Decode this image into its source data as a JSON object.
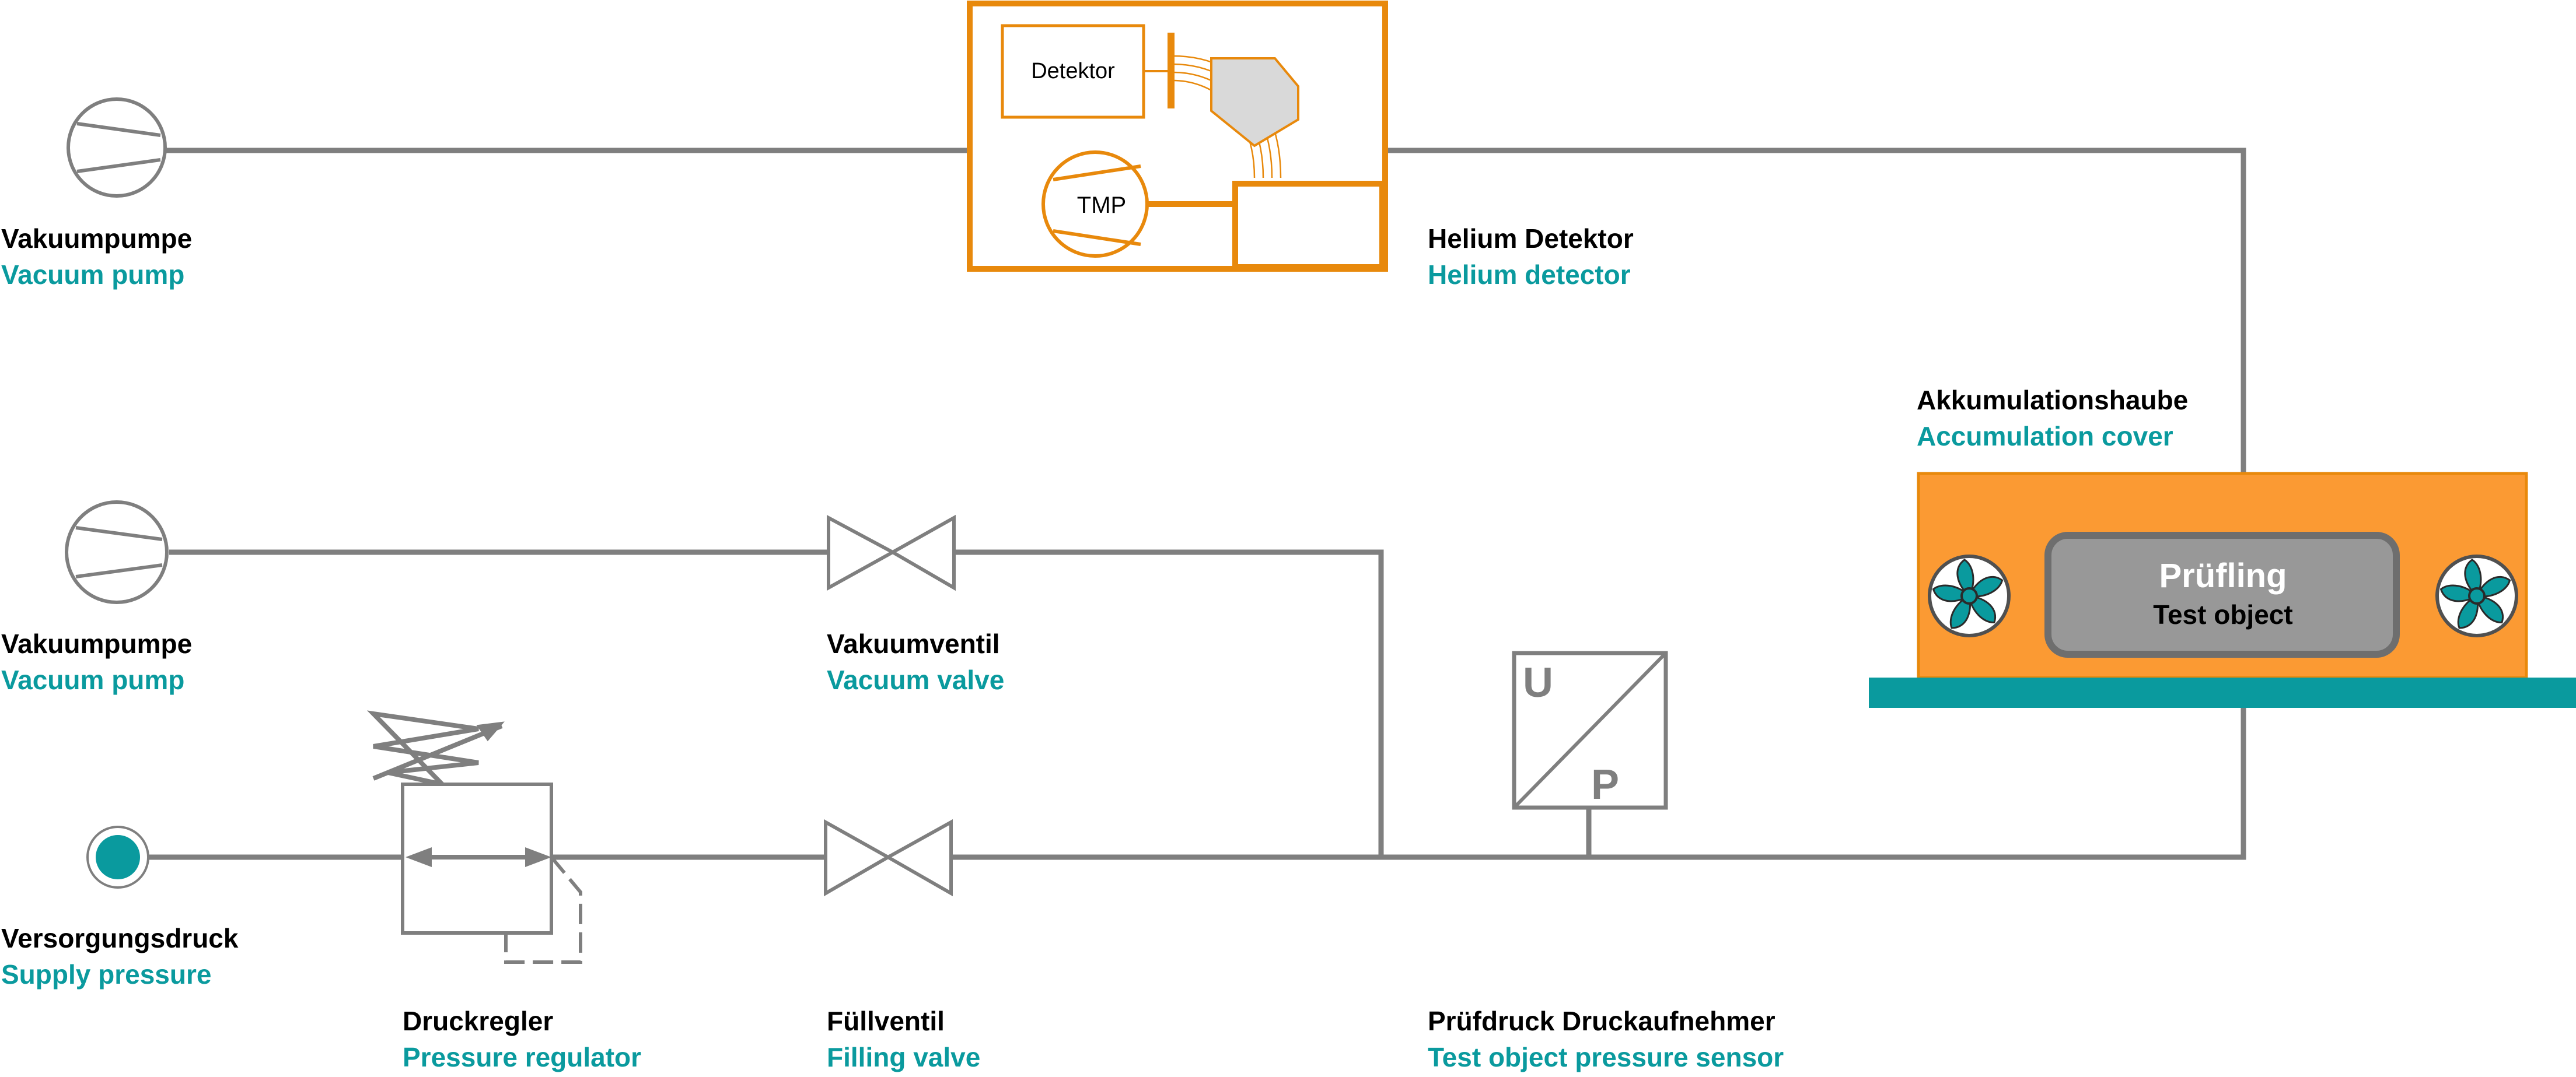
{
  "colors": {
    "line": "#7f7f7f",
    "accent_orange": "#e8890c",
    "cover_fill": "#fb9a33",
    "teal": "#0a9a9e",
    "test_object_fill": "#989898"
  },
  "labels": {
    "vacuum_pump_top": {
      "de": "Vakuumpumpe",
      "en": "Vacuum pump"
    },
    "helium_detector": {
      "de": "Helium Detektor",
      "en": "Helium detector"
    },
    "accumulation_cover": {
      "de": "Akkumulationshaube",
      "en": "Accumulation cover"
    },
    "vacuum_pump_mid": {
      "de": "Vakuumpumpe",
      "en": "Vacuum pump"
    },
    "vacuum_valve": {
      "de": "Vakuumventil",
      "en": "Vacuum valve"
    },
    "supply_pressure": {
      "de": "Versorgungsdruck",
      "en": "Supply pressure"
    },
    "pressure_regulator": {
      "de": "Druckregler",
      "en": "Pressure regulator"
    },
    "filling_valve": {
      "de": "Füllventil",
      "en": "Filling valve"
    },
    "pressure_sensor": {
      "de": "Prüfdruck Druckaufnehmer",
      "en": "Test object pressure sensor"
    }
  },
  "detector": {
    "detector_label": "Detektor",
    "tmp_label": "TMP"
  },
  "test_object": {
    "de": "Prüfling",
    "en": "Test object"
  },
  "sensor": {
    "u_label": "U",
    "p_label": "P"
  },
  "icons": [
    "vacuum-pump-icon",
    "helium-detector-icon",
    "tmp-pump-icon",
    "valve-icon",
    "pressure-regulator-icon",
    "pressure-sensor-icon",
    "fan-icon",
    "supply-port-icon"
  ]
}
